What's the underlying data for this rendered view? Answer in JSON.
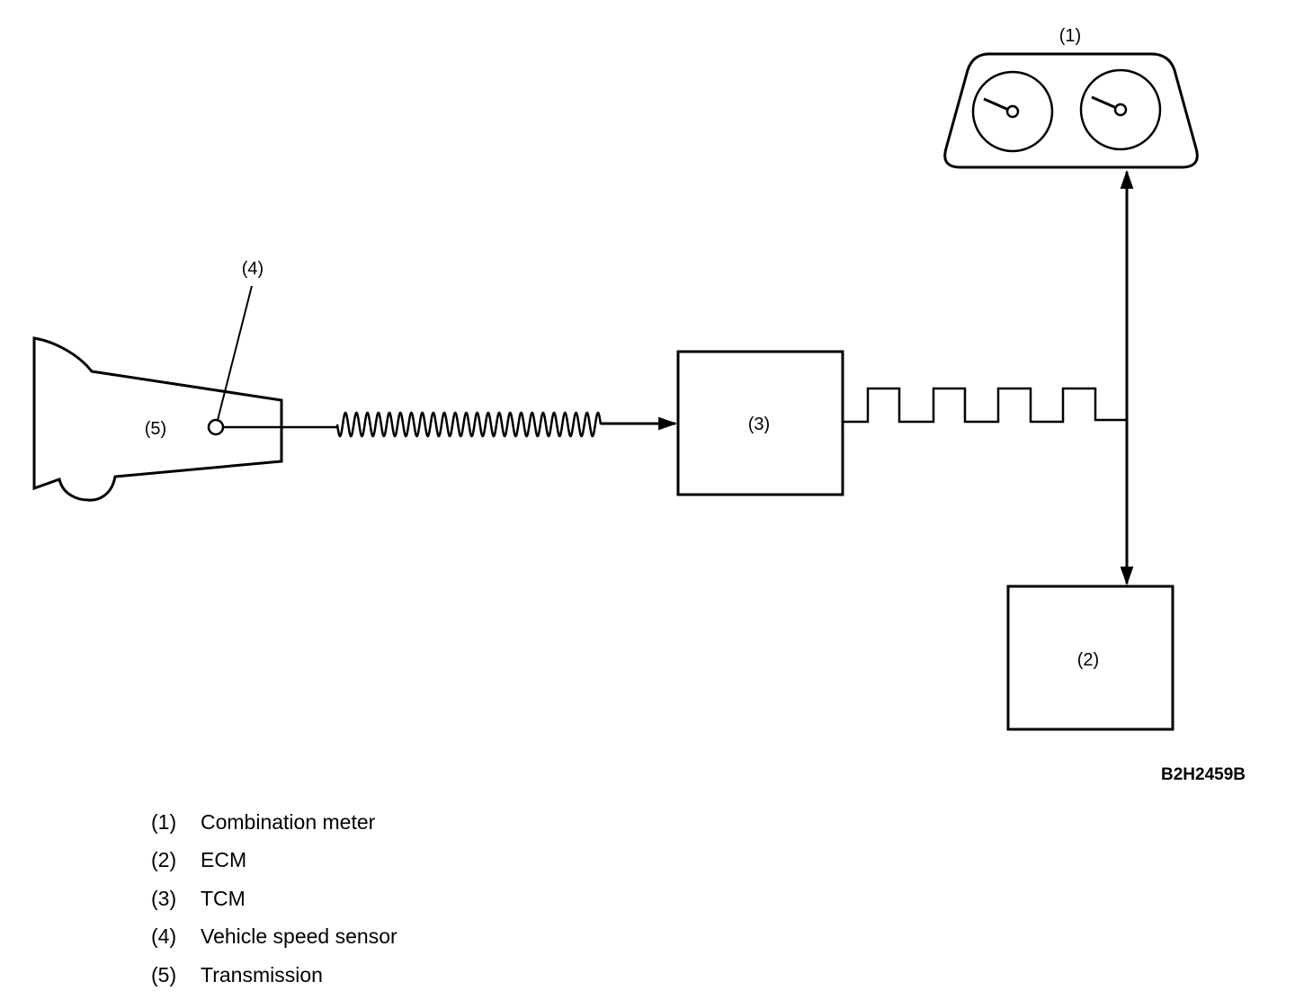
{
  "callouts": {
    "combination_meter": "(1)",
    "ecm": "(2)",
    "tcm": "(3)",
    "speed_sensor": "(4)",
    "transmission": "(5)"
  },
  "figure_code": "B2H2459B",
  "legend": [
    {
      "num": "(1)",
      "label": "Combination meter"
    },
    {
      "num": "(2)",
      "label": "ECM"
    },
    {
      "num": "(3)",
      "label": "TCM"
    },
    {
      "num": "(4)",
      "label": "Vehicle speed sensor"
    },
    {
      "num": "(5)",
      "label": "Transmission"
    }
  ]
}
